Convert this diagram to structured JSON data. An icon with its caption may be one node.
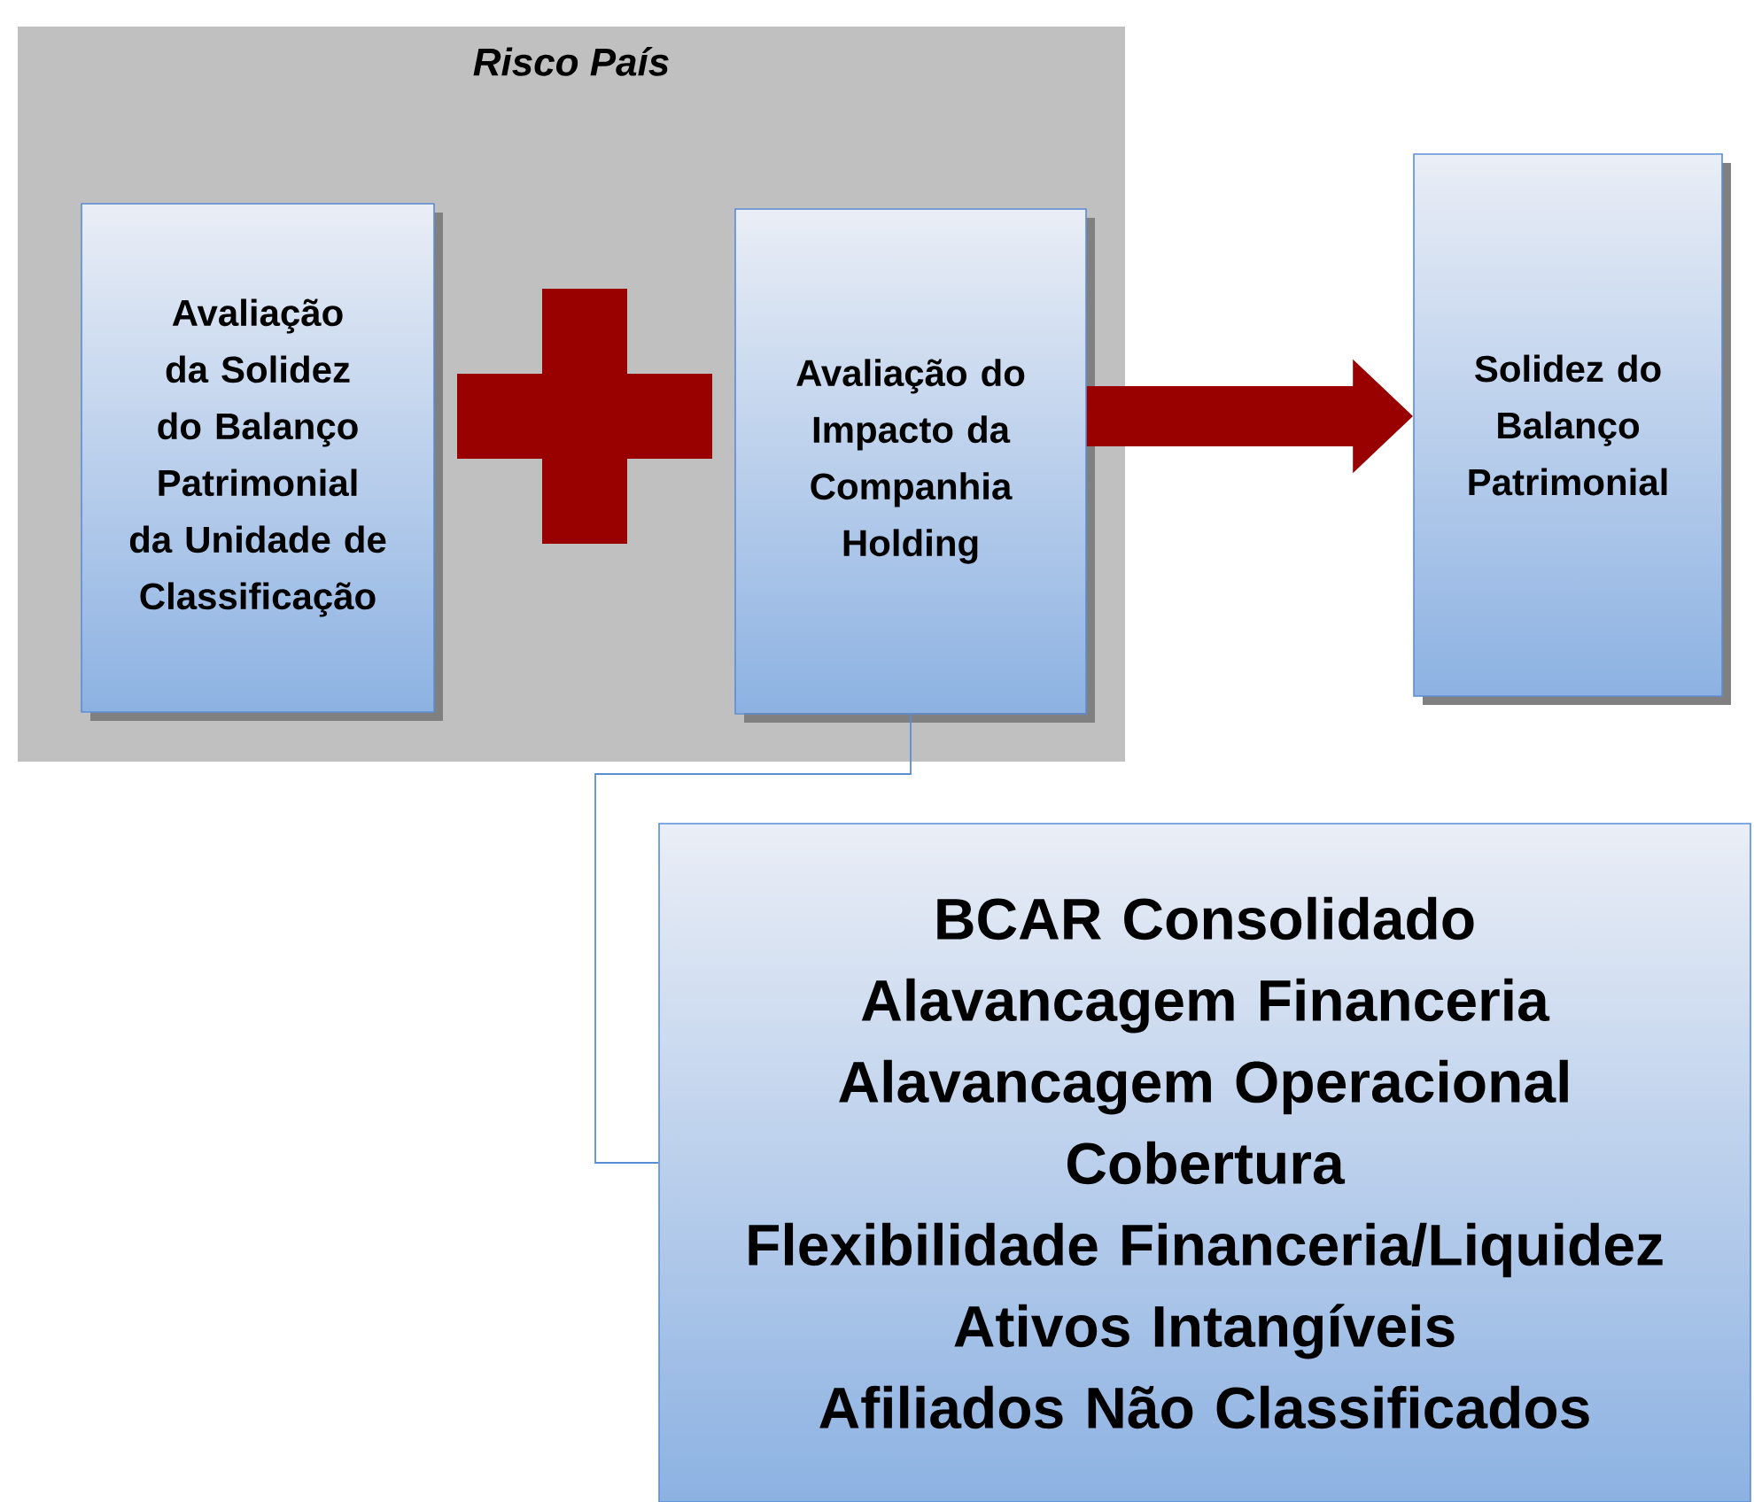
{
  "diagram": {
    "nodes": [
      {
        "text": [
          "Risco País"
        ]
      },
      {
        "text": [
          "Avaliação da Solidez do Balanço Patrimonial da Unidade de Classificação"
        ],
        "in": 0
      },
      {
        "text": [],
        "shape": "cross",
        "in": 0
      },
      {
        "text": [
          "Avaliação do Impacto da Companhia Holding"
        ],
        "in": 0
      },
      {
        "text": [
          "Solidez do Balanço Patrimonial"
        ]
      },
      {
        "text": [
          "BCAR Consolidado",
          "Alavancagem Financeria",
          "Alavancagem Operacional",
          "Cobertura",
          "Flexibilidade Financeria/Liquidez",
          "Ativos Intangíveis",
          "Afiliados Não Classificados"
        ]
      }
    ],
    "edges": [
      {
        "from": 3,
        "to": 4,
        "arrow": "to",
        "style": "thick",
        "color": "#990000"
      },
      {
        "from": 3,
        "to": 5,
        "arrow": "none",
        "color": "#5b8dd6"
      }
    ]
  }
}
